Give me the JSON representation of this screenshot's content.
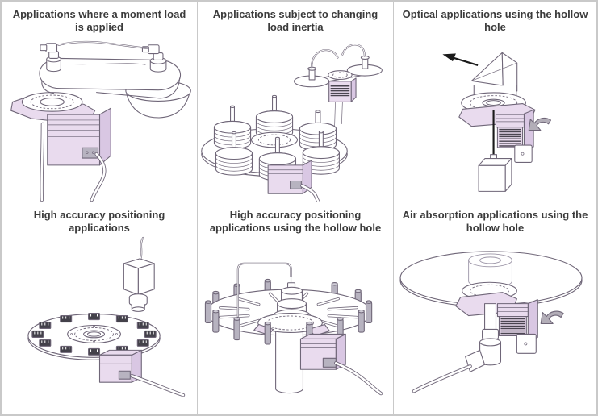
{
  "grid": {
    "columns": 3,
    "rows": 2
  },
  "colors": {
    "panel_border": "#c9c9c9",
    "panel_background": "#ffffff",
    "title_text": "#3b3b3b",
    "line_art_stroke": "#6f6678",
    "actuator_pink": "#e9dbee",
    "actuator_pink_shade": "#d9c7e3",
    "metal_gray": "#b7b3c0",
    "arrow_black": "#1a1a1a"
  },
  "panels": [
    {
      "title": "Applications where a moment load is applied",
      "illustration": "rotary-actuator-with-swing-arm-and-bell-load"
    },
    {
      "title": "Applications subject to changing load inertia",
      "illustration": "index-turntable-with-coil-spools-and-winder-head"
    },
    {
      "title": "Optical applications using the hollow hole",
      "illustration": "prism-on-hollow-rotary-actuator-with-light-beam"
    },
    {
      "title": "High accuracy positioning applications",
      "illustration": "index-turntable-with-chip-parts-and-inspection-camera"
    },
    {
      "title": "High accuracy positioning applications using the hollow hole",
      "illustration": "slotted-index-table-with-pins-and-center-feed-wire"
    },
    {
      "title": "Air absorption applications using the hollow hole",
      "illustration": "vacuum-suction-table-with-hollow-shaft-air-elbow"
    }
  ]
}
